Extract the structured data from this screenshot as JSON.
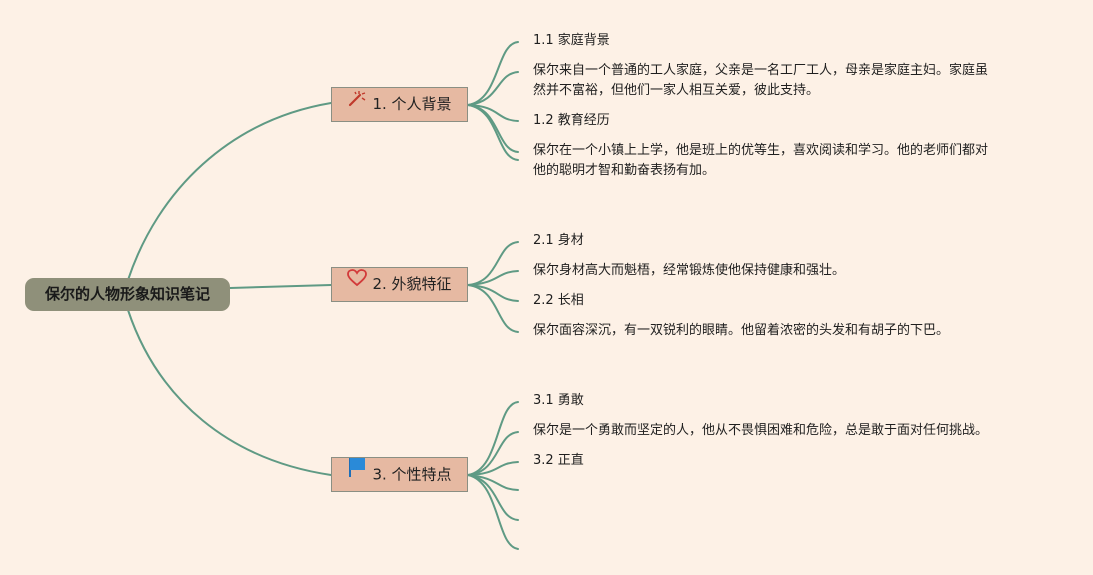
{
  "root": {
    "label": "保尔的人物形象知识笔记"
  },
  "branches": [
    {
      "label": "1. 个人背景",
      "icon": "sparkle-wand-icon",
      "items": [
        {
          "text": "1.1 家庭背景"
        },
        {
          "lines": [
            "保尔来自一个普通的工人家庭，父亲是一名工厂工人，母亲是家庭主妇。家庭虽",
            "然并不富裕，但他们一家人相互关爱，彼此支持。"
          ]
        },
        {
          "text": "1.2 教育经历"
        },
        {
          "lines": [
            "保尔在一个小镇上上学，他是班上的优等生，喜欢阅读和学习。他的老师们都对",
            "他的聪明才智和勤奋表扬有加。"
          ]
        }
      ]
    },
    {
      "label": "2. 外貌特征",
      "icon": "heart-icon",
      "items": [
        {
          "text": "2.1 身材"
        },
        {
          "text": "保尔身材高大而魁梧，经常锻炼使他保持健康和强壮。"
        },
        {
          "text": "2.2 长相"
        },
        {
          "text": "保尔面容深沉，有一双锐利的眼睛。他留着浓密的头发和有胡子的下巴。"
        }
      ]
    },
    {
      "label": "3. 个性特点",
      "icon": "flag-icon",
      "items": [
        {
          "text": "3.1 勇敢"
        },
        {
          "text": "保尔是一个勇敢而坚定的人，他从不畏惧困难和危险，总是敢于面对任何挑战。"
        },
        {
          "text": "3.2 正直"
        }
      ]
    }
  ],
  "colors": {
    "background": "#fdf1e6",
    "root_fill": "#8f907a",
    "branch_fill": "#e6b9a2",
    "connector": "#5f9a84"
  }
}
